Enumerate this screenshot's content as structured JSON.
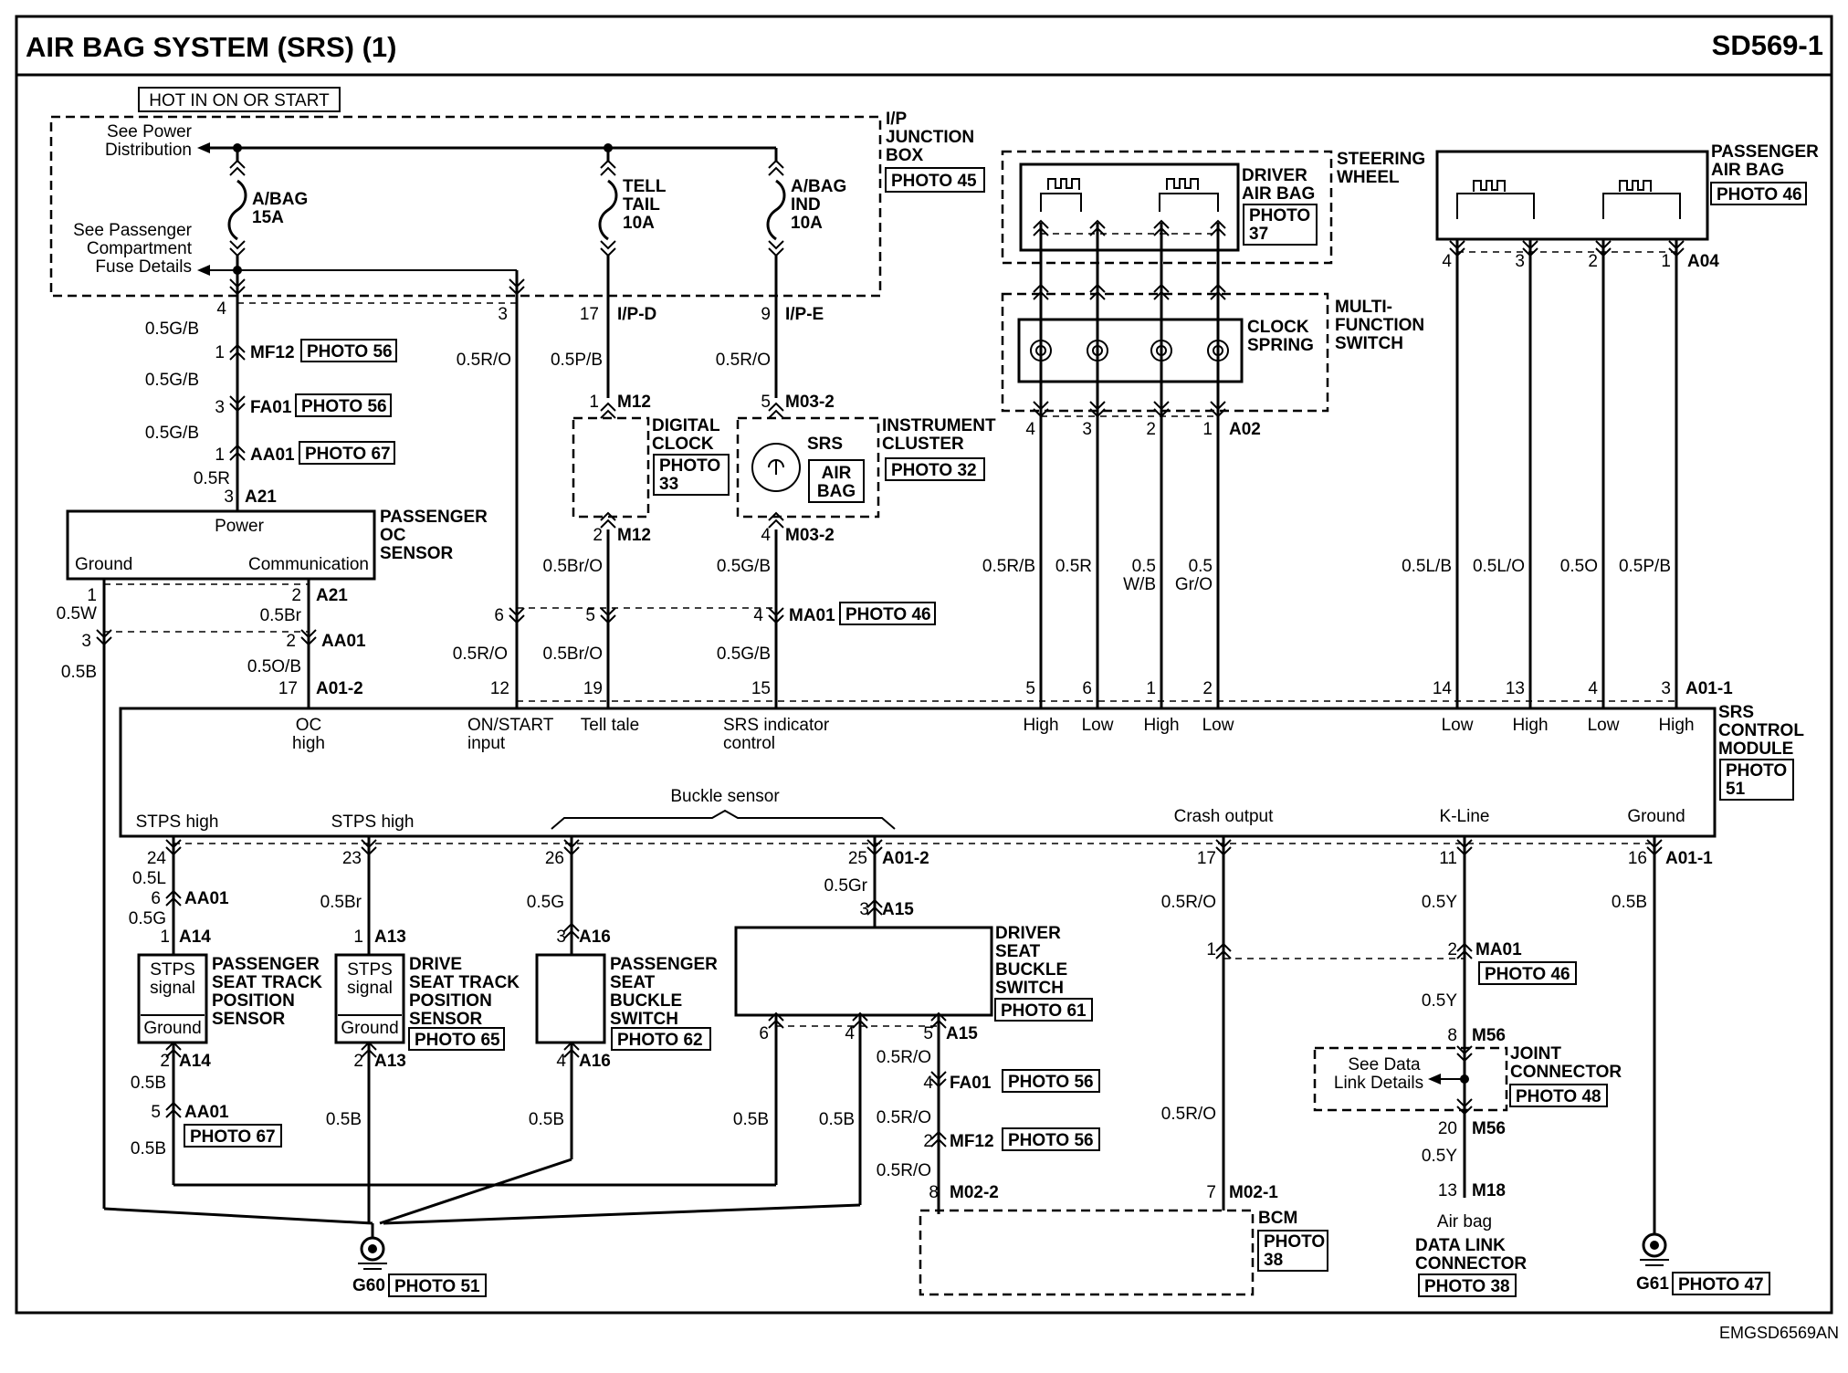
{
  "header": {
    "title": "AIR BAG SYSTEM (SRS) (1)",
    "code": "SD569-1",
    "footer": "EMGSD6569AN"
  },
  "power": {
    "hot": "HOT IN ON OR START",
    "see_power": "See Power",
    "distribution": "Distribution",
    "see_pass": "See Passenger",
    "compartment": "Compartment",
    "fuse_details": "Fuse Details",
    "ip_box": [
      "I/P",
      "JUNCTION",
      "BOX"
    ],
    "ip_photo": "PHOTO 45",
    "fuse1": [
      "A/BAG",
      "15A"
    ],
    "fuse2": [
      "TELL",
      "TAIL",
      "10A"
    ],
    "fuse3": [
      "A/BAG",
      "IND",
      "10A"
    ]
  },
  "wires": {
    "g_b": "0.5G/B",
    "r": "0.5R",
    "r_o": "0.5R/O",
    "p_b": "0.5P/B",
    "w": "0.5W",
    "b": "0.5B",
    "br": "0.5Br",
    "o_b": "0.5O/B",
    "br_o": "0.5Br/O",
    "g_b2": "0.5G/B",
    "r_b": "0.5R/B",
    "r2": "0.5R",
    "w_b": [
      "0.5",
      "W/B"
    ],
    "gr_o": [
      "0.5",
      "Gr/O"
    ],
    "l_b": "0.5L/B",
    "l_o": "0.5L/O",
    "o": "0.5O",
    "p_b2": "0.5P/B",
    "l": "0.5L",
    "g": "0.5G",
    "br2": "0.5Br",
    "g2": "0.5G",
    "gr": "0.5Gr",
    "y": "0.5Y"
  },
  "connectors": {
    "mf12": "MF12",
    "fa01": "FA01",
    "aa01": "AA01",
    "a21": "A21",
    "ipd": "I/P-D",
    "ipe": "I/P-E",
    "m12": "M12",
    "m032": "M03-2",
    "ma01": "MA01",
    "a012": "A01-2",
    "a011": "A01-1",
    "a02": "A02",
    "a04": "A04",
    "a14": "A14",
    "a13": "A13",
    "a16": "A16",
    "a15": "A15",
    "m022": "M02-2",
    "m021": "M02-1",
    "m56": "M56",
    "m18": "M18"
  },
  "photos": {
    "p56": "PHOTO 56",
    "p67": "PHOTO 67",
    "p46": "PHOTO 46",
    "p32": "PHOTO 32",
    "p33": [
      "PHOTO",
      "33"
    ],
    "p37": [
      "PHOTO",
      "37"
    ],
    "p51": [
      "PHOTO",
      "51"
    ],
    "p65": "PHOTO 65",
    "p62": "PHOTO 62",
    "p61": "PHOTO 61",
    "p48": "PHOTO 48",
    "p38": "PHOTO 38",
    "p38b": [
      "PHOTO",
      "38"
    ],
    "p47": "PHOTO 47",
    "p51b": "PHOTO 51"
  },
  "components": {
    "pass_oc": [
      "PASSENGER",
      "OC",
      "SENSOR"
    ],
    "power": "Power",
    "ground": "Ground",
    "comm": "Communication",
    "dig_clock": [
      "DIGITAL",
      "CLOCK"
    ],
    "srs": "SRS",
    "air_bag": [
      "AIR",
      "BAG"
    ],
    "inst": [
      "INSTRUMENT",
      "CLUSTER"
    ],
    "driver_ab": [
      "DRIVER",
      "AIR BAG"
    ],
    "steering": [
      "STEERING",
      "WHEEL"
    ],
    "clock_spring": [
      "CLOCK",
      "SPRING"
    ],
    "mfs": [
      "MULTI-",
      "FUNCTION",
      "SWITCH"
    ],
    "pass_ab": [
      "PASSENGER",
      "AIR BAG"
    ],
    "srs_cm": [
      "SRS",
      "CONTROL",
      "MODULE"
    ],
    "srs_labels": [
      "OC",
      "high",
      "ON/START",
      "input",
      "Tell tale",
      "SRS indicator",
      "control",
      "High",
      "Low",
      "High",
      "Low",
      "Low",
      "High",
      "Low",
      "High"
    ],
    "stps_high": "STPS high",
    "buckle": "Buckle sensor",
    "crash": "Crash output",
    "kline": "K-Line",
    "gnd": "Ground",
    "stps": "STPS",
    "signal": "signal",
    "pstps": [
      "PASSENGER",
      "SEAT TRACK",
      "POSITION",
      "SENSOR"
    ],
    "dstps": [
      "DRIVE",
      "SEAT TRACK",
      "POSITION",
      "SENSOR"
    ],
    "pbuckle": [
      "PASSENGER",
      "SEAT",
      "BUCKLE",
      "SWITCH"
    ],
    "dbuckle": [
      "DRIVER",
      "SEAT",
      "BUCKLE",
      "SWITCH"
    ],
    "see_dl": "See Data",
    "link_details": "Link Details",
    "joint": [
      "JOINT",
      "CONNECTOR"
    ],
    "bcm": "BCM",
    "airbag": "Air bag",
    "dlc": [
      "DATA LINK",
      "CONNECTOR"
    ],
    "g60": "G60",
    "g61": "G61"
  }
}
